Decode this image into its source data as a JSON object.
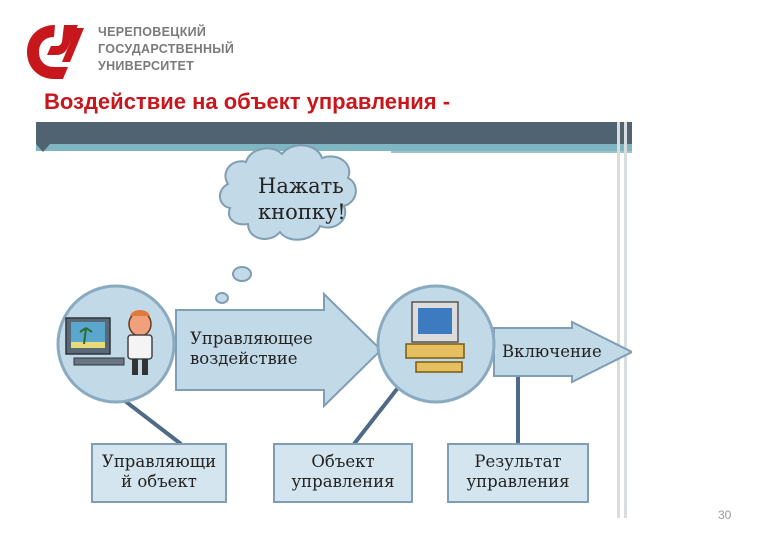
{
  "header": {
    "university_lines": [
      "ЧЕРЕПОВЕЦКИЙ",
      "ГОСУДАРСТВЕННЫЙ",
      "УНИВЕРСИТЕТ"
    ],
    "brand_color": "#c8161d",
    "logo_icon": "university-logo-icon"
  },
  "slide": {
    "title": "Воздействие на объект управления -",
    "page_number": "30"
  },
  "diagram": {
    "thought_bubble": [
      "Нажать",
      "кнопку!"
    ],
    "control_action": [
      "Управляющее",
      "воздействие"
    ],
    "switch_on": "Включение",
    "boxes": {
      "subject": [
        "Управляющи",
        "й объект"
      ],
      "object": [
        "Объект",
        "управления"
      ],
      "result": [
        "Результат",
        "управления"
      ]
    },
    "colors": {
      "node_fill": "#c2d9e8",
      "node_stroke": "#8aaac0",
      "arrow_fill": "#c2d9e8",
      "box_fill": "#d4e5ef",
      "top_bar": "#4f6470",
      "accent": "#7fb6c2"
    }
  }
}
